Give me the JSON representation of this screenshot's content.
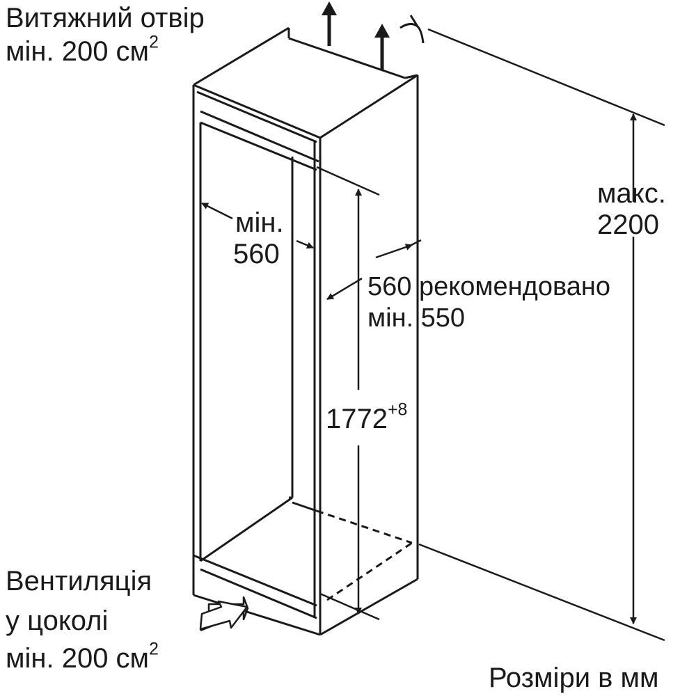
{
  "diagram": {
    "exhaust_title": "Витяжний отвір",
    "exhaust_value": "мін. 200 см",
    "exhaust_unit_sup": "2",
    "width_label_1": "мін.",
    "width_label_2": "560",
    "depth_recommended": "560 рекомендовано",
    "depth_min": "мін. 550",
    "height_value": "1772",
    "height_tolerance": "+8",
    "max_label_1": "макс.",
    "max_label_2": "2200",
    "plinth_line_1": "Вентиляція",
    "plinth_line_2": "у цоколі",
    "plinth_value": "мін. 200 см",
    "plinth_unit_sup": "2",
    "units_note": "Розміри в мм"
  }
}
